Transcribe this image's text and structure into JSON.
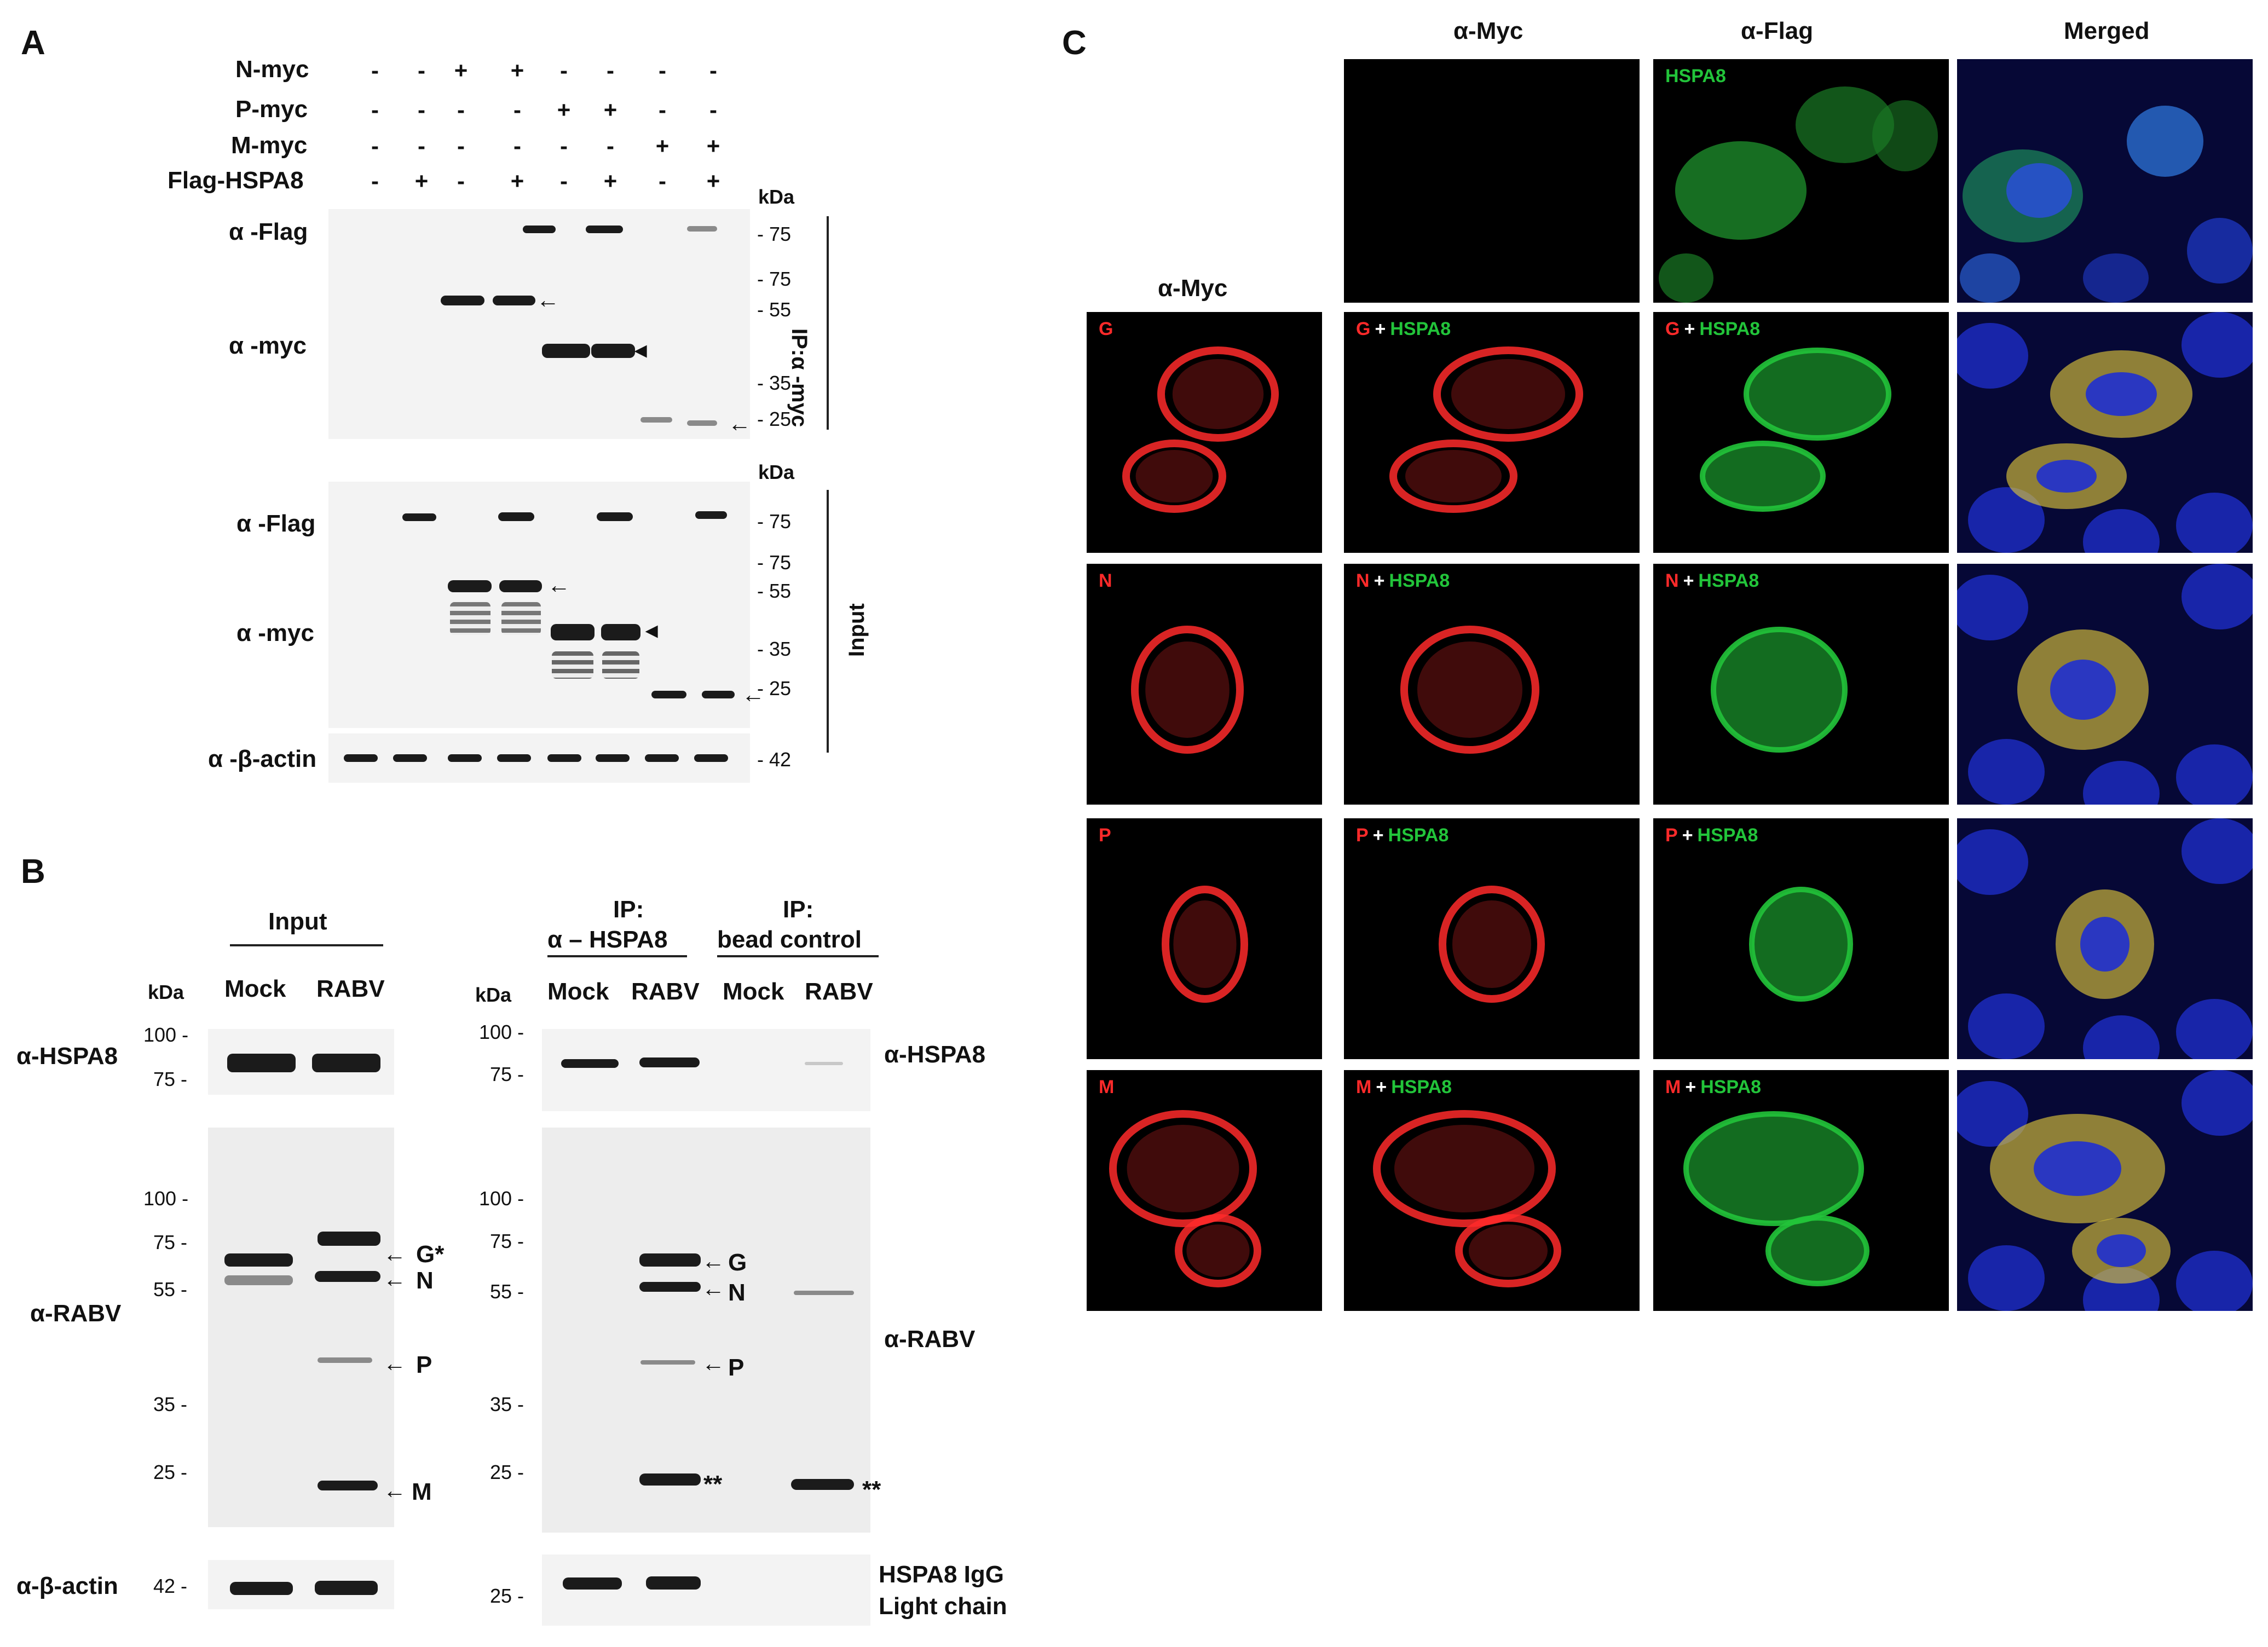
{
  "panels": {
    "a": "A",
    "b": "B",
    "c": "C"
  },
  "panel_a": {
    "conditions": [
      {
        "label": "N-myc",
        "signs": [
          "-",
          "-",
          "+",
          "+",
          "-",
          "-",
          "-",
          "-"
        ]
      },
      {
        "label": "P-myc",
        "signs": [
          "-",
          "-",
          "-",
          "-",
          "+",
          "+",
          "-",
          "-"
        ]
      },
      {
        "label": "M-myc",
        "signs": [
          "-",
          "-",
          "-",
          "-",
          "-",
          "-",
          "+",
          "+"
        ]
      },
      {
        "label": "Flag-HSPA8",
        "signs": [
          "-",
          "+",
          "-",
          "+",
          "-",
          "+",
          "-",
          "+"
        ]
      }
    ],
    "kda": "kDa",
    "ip_label": "IP:α -myc",
    "input_label": "Input",
    "blots": {
      "ip_flag": "α -Flag",
      "ip_myc": "α -myc",
      "in_flag": "α -Flag",
      "in_myc": "α -myc",
      "actin": "α -β-actin"
    },
    "markers": {
      "ip_flag_75": "- 75",
      "ip_myc_75": "- 75",
      "ip_myc_55": "- 55",
      "ip_myc_35": "- 35",
      "ip_myc_25": "- 25",
      "in_flag_75": "- 75",
      "in_myc_75": "- 75",
      "in_myc_55": "- 55",
      "in_myc_35": "- 35",
      "in_myc_25": "- 25",
      "actin_42": "- 42"
    }
  },
  "panel_b": {
    "input_title": "Input",
    "ip_title_1": "IP:",
    "ip_title_2": "α – HSPA8",
    "bead_title_1": "IP:",
    "bead_title_2": "bead control",
    "kda": "kDa",
    "lanes_input": [
      "Mock",
      "RABV"
    ],
    "lanes_ip": [
      "Mock",
      "RABV",
      "Mock",
      "RABV"
    ],
    "row_labels": {
      "hspa8": "α-HSPA8",
      "rabv": "α-RABV",
      "actin": "α-β-actin",
      "hspa8_right": "α-HSPA8",
      "rabv_right": "α-RABV",
      "igg_1": "HSPA8 IgG",
      "igg_2": "Light chain"
    },
    "left_markers": {
      "m100a": "100 -",
      "m75a": "75 -",
      "m100b": "100 -",
      "m75b": "75 -",
      "m55": "55 -",
      "m35": "35 -",
      "m25": "25 -",
      "m42": "42 -"
    },
    "right_markers": {
      "m100a": "100 -",
      "m75a": "75 -",
      "m100b": "100 -",
      "m75b": "75 -",
      "m55": "55 -",
      "m35": "35 -",
      "m25": "25 -",
      "m25b": "25 -"
    },
    "band_labels_input": {
      "g": "G*",
      "n": "N",
      "p": "P",
      "m": "M"
    },
    "band_labels_ip": {
      "g": "G",
      "n": "N",
      "p": "P",
      "ss1": "**",
      "ss2": "**"
    }
  },
  "panel_c": {
    "col_headers": {
      "myc": "α-Myc",
      "flag": "α-Flag",
      "merged": "Merged"
    },
    "side_header": "α-Myc",
    "top_flag_tag": "HSPA8",
    "rows": [
      {
        "protein": "G",
        "hspa8": "HSPA8",
        "plus": "+"
      },
      {
        "protein": "N",
        "hspa8": "HSPA8",
        "plus": "+"
      },
      {
        "protein": "P",
        "hspa8": "HSPA8",
        "plus": "+"
      },
      {
        "protein": "M",
        "hspa8": "HSPA8",
        "plus": "+"
      }
    ],
    "colors": {
      "red": "#ff2a2a",
      "green": "#22c43a",
      "blue": "#1f2fd0",
      "yellow": "#d9c23a"
    }
  }
}
